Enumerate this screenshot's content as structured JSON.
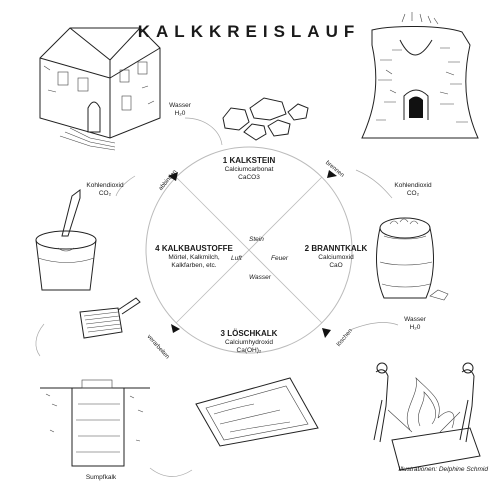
{
  "title": "KALKKREISLAUF",
  "stages": {
    "top": {
      "name": "1 KALKSTEIN",
      "line1": "Calciumcarbonat",
      "line2": "CaCO3"
    },
    "right": {
      "name": "2 BRANNTKALK",
      "line1": "Calciumoxid",
      "line2": "CaO"
    },
    "bottom": {
      "name": "3 LÖSCHKALK",
      "line1": "Calciumhydroxid",
      "line2": "Ca(OH)₂"
    },
    "left": {
      "name": "4 KALKBAUSTOFFE",
      "line1": "Mörtel, Kalkmilch,",
      "line2": "Kalkfarben, etc."
    }
  },
  "center": {
    "stein": "Stein",
    "feuer": "Feuer",
    "wasser": "Wasser",
    "luft": "Luft"
  },
  "arcs": {
    "brennen": "brennen",
    "loeschen": "löschen",
    "verarbeiten": "verarbeiten",
    "abbinden": "abbinden"
  },
  "side_notes": {
    "wasser_top": {
      "line1": "Wasser",
      "line2": "H₂0"
    },
    "kohlendioxid_right": {
      "line1": "Kohlendioxid",
      "line2": "CO₂"
    },
    "kohlendioxid_left": {
      "line1": "Kohlendioxid",
      "line2": "CO₂"
    },
    "wasser_right": {
      "line1": "Wasser",
      "line2": "H₂0"
    },
    "sumpfkalk": "Sumpfkalk"
  },
  "credit": "Illustrationen: Delphine Schmid"
}
